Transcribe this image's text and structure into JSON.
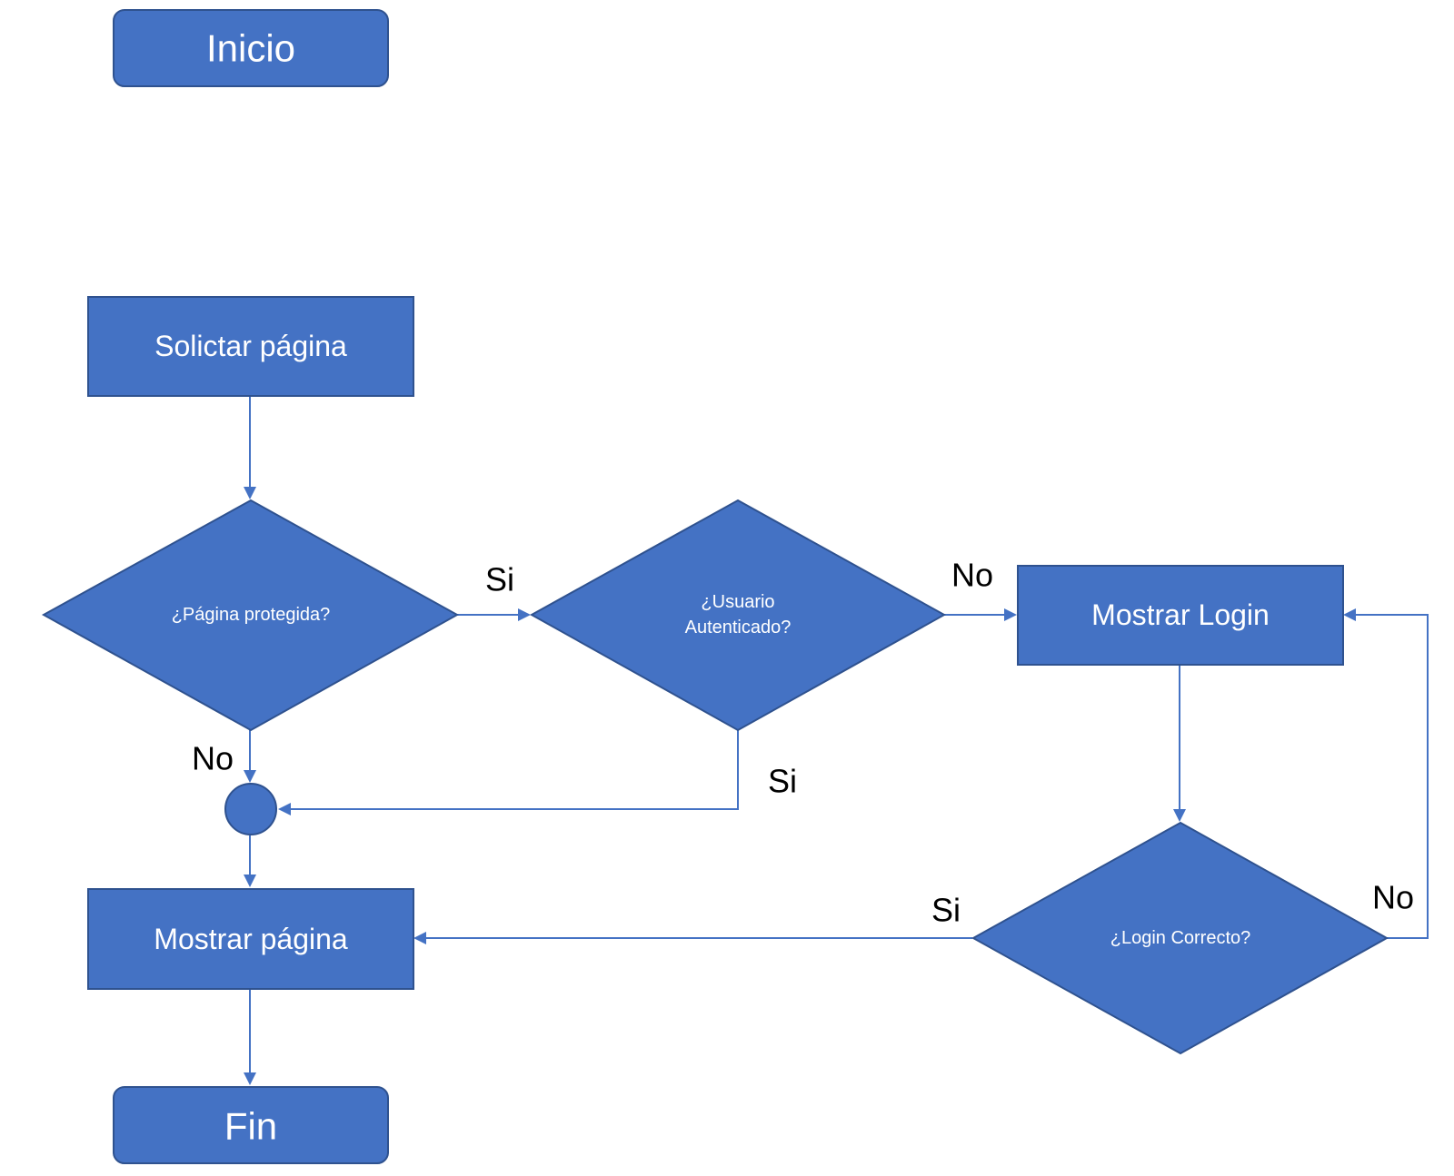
{
  "nodes": {
    "inicio": "Inicio",
    "solicitar": "Solictar página",
    "pagina_protegida": "¿Página protegida?",
    "usuario_autenticado_line1": "¿Usuario",
    "usuario_autenticado_line2": "Autenticado?",
    "mostrar_login": "Mostrar Login",
    "login_correcto": "¿Login Correcto?",
    "mostrar_pagina": "Mostrar página",
    "fin": "Fin"
  },
  "edges": {
    "protegida_si": "Si",
    "protegida_no": "No",
    "autenticado_no": "No",
    "autenticado_si": "Si",
    "login_si": "Si",
    "login_no": "No"
  },
  "colors": {
    "node_fill": "#4472C4",
    "node_border": "#2F528F",
    "connector": "#4472C4",
    "node_text": "#ffffff",
    "edge_text": "#000000"
  }
}
